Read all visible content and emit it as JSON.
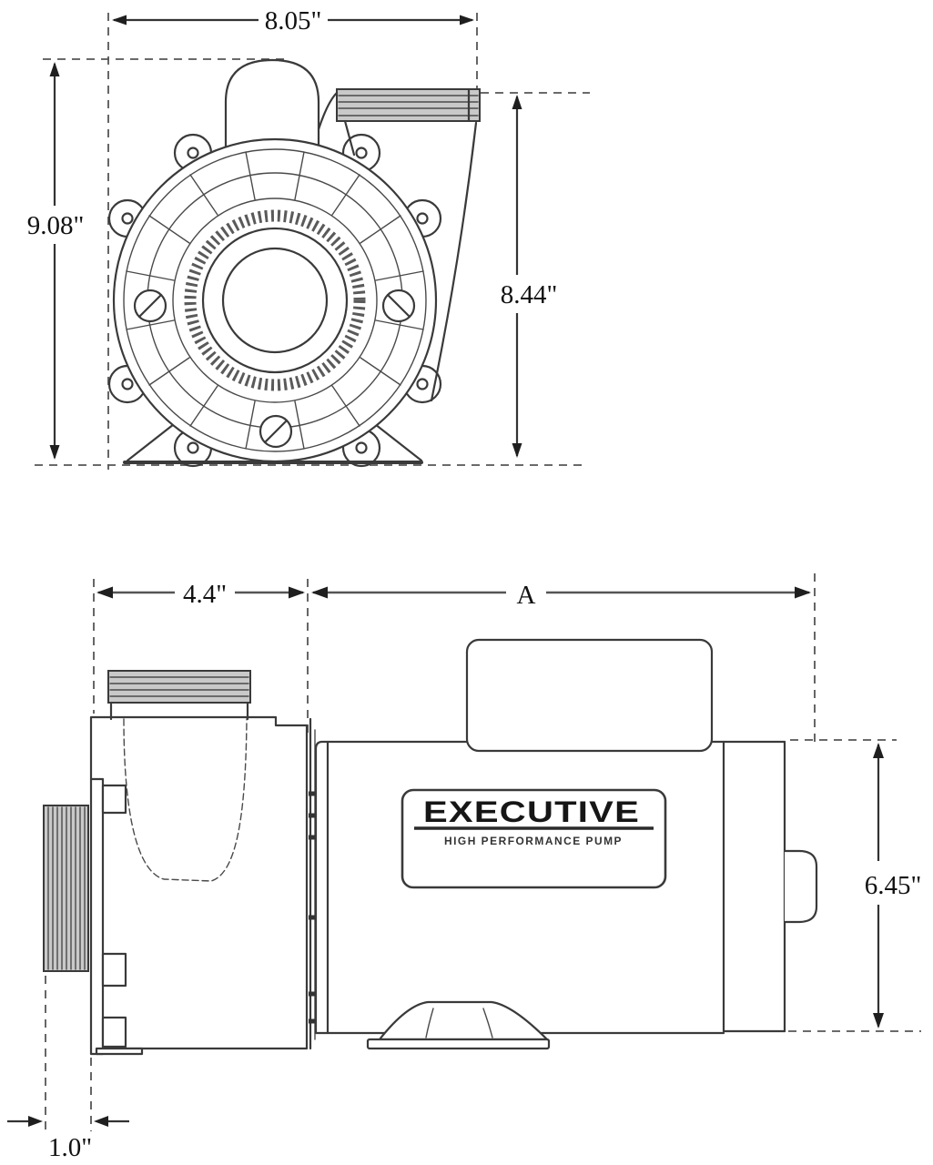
{
  "diagram": {
    "type": "pump dimensional line drawing, two orthographic views",
    "colors": {
      "background": "#ffffff",
      "line": "#3a3a3a",
      "dimension": "#333333",
      "thread_fill": "#c9c9c9"
    }
  },
  "front_view": {
    "dim_width": "8.05\"",
    "dim_height": "9.08\"",
    "dim_discharge_height": "8.44\""
  },
  "side_view": {
    "dim_wet_end": "4.4\"",
    "dim_motor_length": "A",
    "dim_height": "6.45\"",
    "dim_suction_offset": "1.0\"",
    "nameplate_title": "EXECUTIVE",
    "nameplate_subtitle": "HIGH PERFORMANCE PUMP"
  }
}
